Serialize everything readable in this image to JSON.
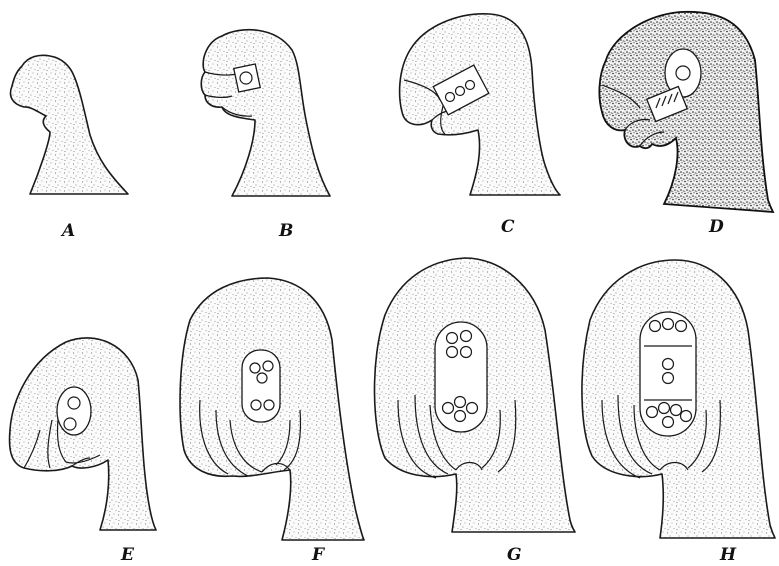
{
  "figure": {
    "stages": [
      {
        "id": "A",
        "label": "A"
      },
      {
        "id": "B",
        "label": "B"
      },
      {
        "id": "C",
        "label": "C"
      },
      {
        "id": "D",
        "label": "D"
      },
      {
        "id": "E",
        "label": "E"
      },
      {
        "id": "F",
        "label": "F"
      },
      {
        "id": "G",
        "label": "G"
      },
      {
        "id": "H",
        "label": "H"
      }
    ]
  }
}
